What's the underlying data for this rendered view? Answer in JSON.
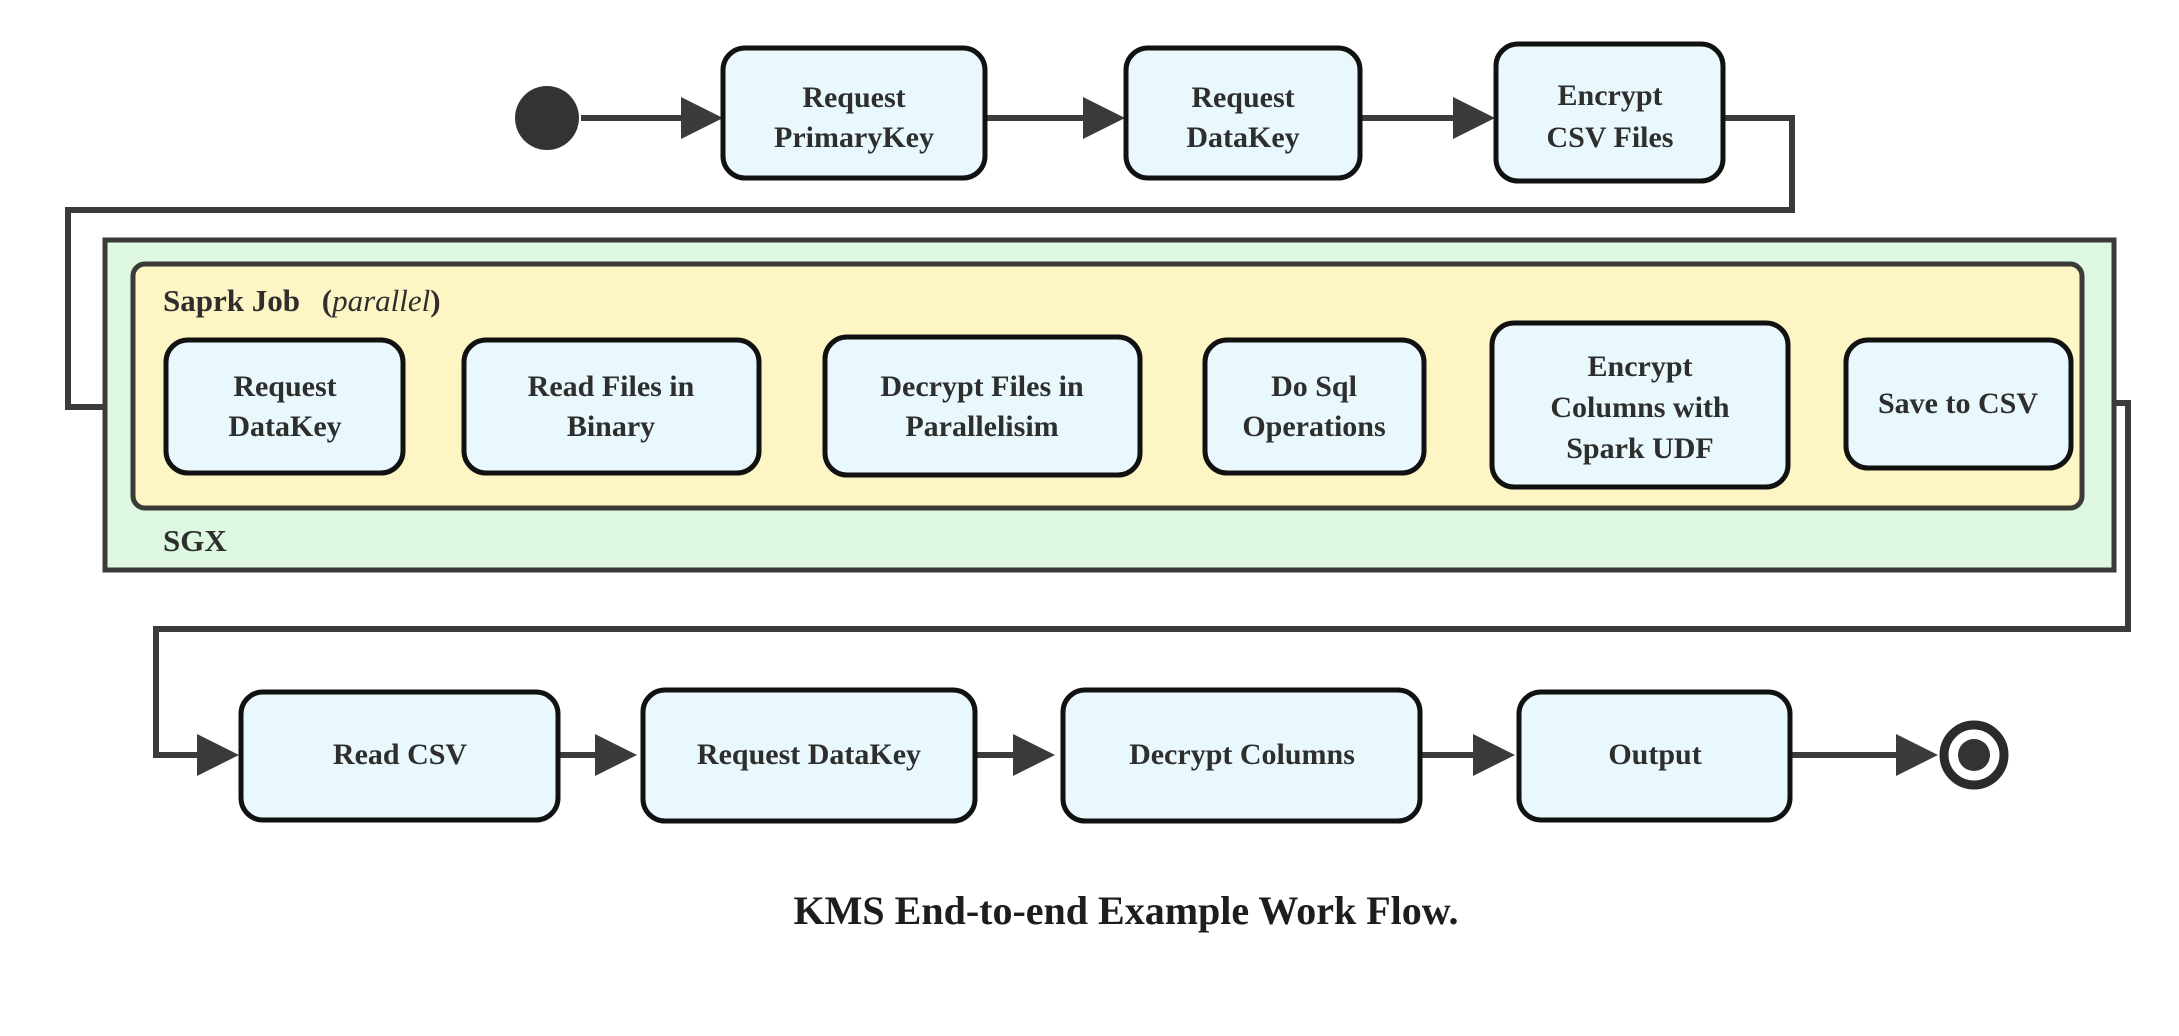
{
  "diagram": {
    "caption": "KMS End-to-end Example Work Flow.",
    "colors": {
      "node_fill": "#e8f8fc",
      "node_stroke": "#111111",
      "sgx_fill": "#ddf7e0",
      "spark_fill": "#fdf5c4",
      "group_stroke": "#3a3a36",
      "edge": "#3b3b3b",
      "start_node": "#333333",
      "text": "#2e2e2e",
      "background": "#ffffff"
    },
    "groups": {
      "sgx": {
        "label": "SGX"
      },
      "spark": {
        "label": "Saprk Job",
        "modifier": "(parallel)",
        "modifier_open": "(",
        "modifier_word": "parallel",
        "modifier_close": ")"
      }
    },
    "nodes": {
      "start": {
        "name": "start-node",
        "kind": "initial-state"
      },
      "end": {
        "name": "end-node",
        "kind": "final-state"
      },
      "row_top": [
        {
          "id": "request-primarykey",
          "lines": [
            "Request",
            "PrimaryKey"
          ]
        },
        {
          "id": "request-datakey-top",
          "lines": [
            "Request",
            "DataKey"
          ]
        },
        {
          "id": "encrypt-csv-files",
          "lines": [
            "Encrypt",
            "CSV Files"
          ]
        }
      ],
      "row_spark": [
        {
          "id": "request-datakey-spark",
          "lines": [
            "Request",
            "DataKey"
          ]
        },
        {
          "id": "read-files-in-binary",
          "lines": [
            "Read Files in",
            "Binary"
          ]
        },
        {
          "id": "decrypt-files-in-parallelisim",
          "lines": [
            "Decrypt Files in",
            "Parallelisim"
          ]
        },
        {
          "id": "do-sql-operations",
          "lines": [
            "Do Sql",
            "Operations"
          ]
        },
        {
          "id": "encrypt-columns-with-spark-udf",
          "lines": [
            "Encrypt",
            "Columns with",
            "Spark UDF"
          ]
        },
        {
          "id": "save-to-csv",
          "lines": [
            "Save to CSV"
          ]
        }
      ],
      "row_bottom": [
        {
          "id": "read-csv",
          "lines": [
            "Read CSV"
          ]
        },
        {
          "id": "request-datakey-bottom",
          "lines": [
            "Request DataKey"
          ]
        },
        {
          "id": "decrypt-columns",
          "lines": [
            "Decrypt Columns"
          ]
        },
        {
          "id": "output",
          "lines": [
            "Output"
          ]
        }
      ]
    }
  },
  "chart_data": {
    "type": "diagram",
    "title": "KMS End-to-end Example Work Flow.",
    "flow_sequence": [
      "start",
      "Request PrimaryKey",
      "Request DataKey",
      "Encrypt CSV Files",
      "Request DataKey",
      "Read Files in Binary",
      "Decrypt Files in Parallelisim",
      "Do Sql Operations",
      "Encrypt Columns with Spark UDF",
      "Save to CSV",
      "Read CSV",
      "Request DataKey",
      "Decrypt Columns",
      "Output",
      "end"
    ],
    "containers": [
      {
        "label": "SGX",
        "contains": [
          "Saprk Job (parallel)"
        ]
      },
      {
        "label": "Saprk Job (parallel)",
        "contains": [
          "Request DataKey",
          "Read Files in Binary",
          "Decrypt Files in Parallelisim",
          "Do Sql Operations",
          "Encrypt Columns with Spark UDF",
          "Save to CSV"
        ]
      }
    ]
  }
}
